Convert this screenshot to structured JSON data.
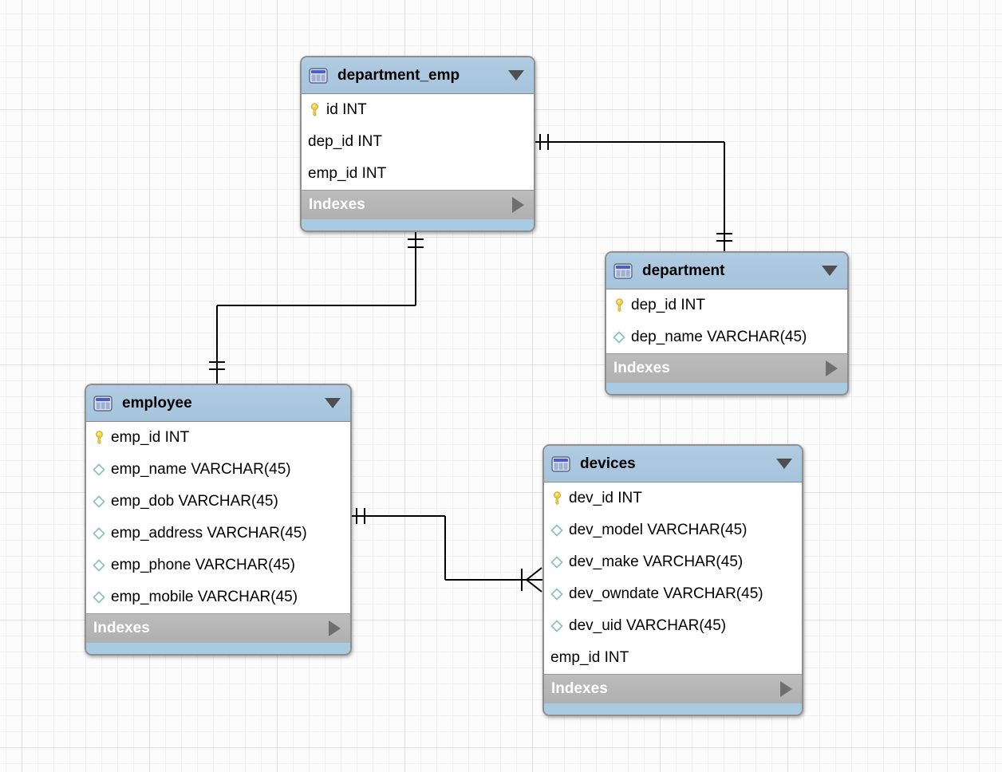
{
  "tables": [
    {
      "name": "department_emp",
      "footer_label": "Indexes",
      "columns": [
        {
          "icon": "key",
          "text": "id INT"
        },
        {
          "icon": "none",
          "text": "dep_id INT"
        },
        {
          "icon": "none",
          "text": "emp_id INT"
        }
      ]
    },
    {
      "name": "department",
      "footer_label": "Indexes",
      "columns": [
        {
          "icon": "key",
          "text": "dep_id INT"
        },
        {
          "icon": "diamond",
          "text": "dep_name VARCHAR(45)"
        }
      ]
    },
    {
      "name": "employee",
      "footer_label": "Indexes",
      "columns": [
        {
          "icon": "key",
          "text": "emp_id INT"
        },
        {
          "icon": "diamond",
          "text": "emp_name VARCHAR(45)"
        },
        {
          "icon": "diamond",
          "text": "emp_dob VARCHAR(45)"
        },
        {
          "icon": "diamond",
          "text": "emp_address VARCHAR(45)"
        },
        {
          "icon": "diamond",
          "text": "emp_phone VARCHAR(45)"
        },
        {
          "icon": "diamond",
          "text": "emp_mobile VARCHAR(45)"
        }
      ]
    },
    {
      "name": "devices",
      "footer_label": "Indexes",
      "columns": [
        {
          "icon": "key",
          "text": "dev_id INT"
        },
        {
          "icon": "diamond",
          "text": "dev_model VARCHAR(45)"
        },
        {
          "icon": "diamond",
          "text": "dev_make VARCHAR(45)"
        },
        {
          "icon": "diamond",
          "text": "dev_owndate VARCHAR(45)"
        },
        {
          "icon": "diamond",
          "text": "dev_uid VARCHAR(45)"
        },
        {
          "icon": "none",
          "text": "emp_id INT"
        }
      ]
    }
  ],
  "relationships": [
    {
      "from": "department_emp",
      "to": "department",
      "from_cardinality": "one",
      "to_cardinality": "one"
    },
    {
      "from": "department_emp",
      "to": "employee",
      "from_cardinality": "one",
      "to_cardinality": "one"
    },
    {
      "from": "employee",
      "to": "devices",
      "from_cardinality": "one",
      "to_cardinality": "many"
    }
  ],
  "colors": {
    "table_header": "#a9c6dd",
    "footer_strip": "#a9cbe2",
    "indexes_bar": "#b5b5b5",
    "connector": "#000000",
    "key_icon": "#f2d343",
    "diamond_icon": "#8fc1c3"
  }
}
